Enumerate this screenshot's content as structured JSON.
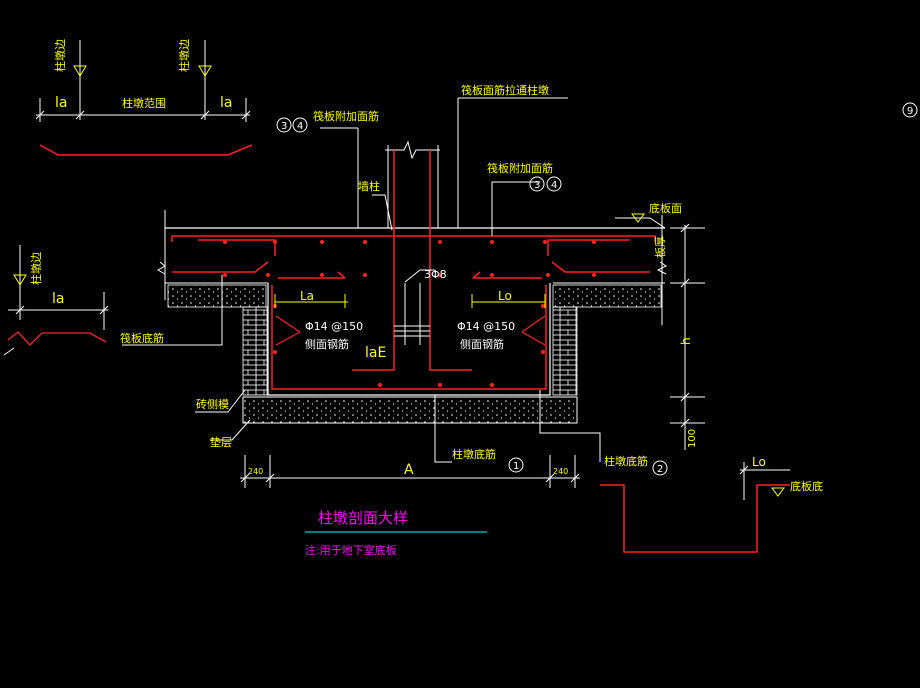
{
  "colors": {
    "background": "#000000",
    "yellow": "#ffff00",
    "white": "#ffffff",
    "red": "#ff2020",
    "cyan": "#00ffff",
    "magenta": "#ff00ff"
  },
  "labels": {
    "pier_edge": "柱墩边",
    "pier_range": "柱墩范围",
    "la_lower": "la",
    "raft_top_rebar_through_pier": "筏板面筋拉通柱墩",
    "raft_additional_top_rebar": "筏板附加面筋",
    "num3": "3",
    "num4": "4",
    "num1": "1",
    "num2": "2",
    "num9": "9",
    "bottom_slab_top": "底板面",
    "wall_column": "墙柱",
    "slab_thickness": "板厚",
    "stirrup_note": "3Φ8",
    "La": "La",
    "Lo": "Lo",
    "side_rebar_spec": "Φ14 @150",
    "side_rebar": "侧面钢筋",
    "laE": "laE",
    "raft_bottom_rebar": "筏板底筋",
    "h": "h",
    "brick_formwork": "砖侧模",
    "cushion": "垫层",
    "dim_100": "100",
    "dim_240": "240",
    "A": "A",
    "pier_bottom_rebar": "柱墩底筋",
    "bottom_slab_bottom": "底板底",
    "title": "柱墩剖面大样",
    "note": "注:用于地下室底板"
  }
}
